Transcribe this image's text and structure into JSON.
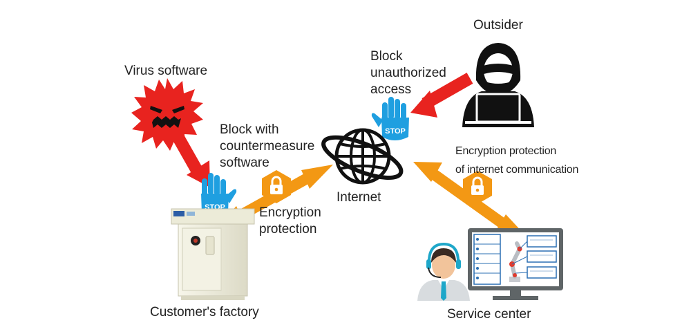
{
  "labels": {
    "virus": "Virus software",
    "block_countermeasure": [
      "Block with",
      "countermeasure",
      "software"
    ],
    "block_unauthorized": [
      "Block",
      "unauthorized",
      "access"
    ],
    "outsider": "Outsider",
    "internet": "Internet",
    "encryption_protection": [
      "Encryption",
      "protection"
    ],
    "encryption_internet": [
      "Encryption protection",
      "of internet communication"
    ],
    "customers_factory": "Customer's factory",
    "service_center": "Service center"
  },
  "badges": {
    "stop_text": "STOP"
  },
  "colors": {
    "threat_red": "#e8231f",
    "encryption_orange": "#f39814",
    "stop_blue": "#1f9fe0",
    "globe_black": "#111111",
    "hacker_black": "#111111",
    "cabinet_cream": "#efeedd",
    "monitor_gray": "#5f6567"
  },
  "icons": [
    "virus-icon",
    "stop-hand-icon",
    "globe-icon",
    "lock-icon",
    "hacker-icon",
    "control-cabinet-image",
    "operator-icon",
    "monitor-icon",
    "robot-arm-icon"
  ]
}
